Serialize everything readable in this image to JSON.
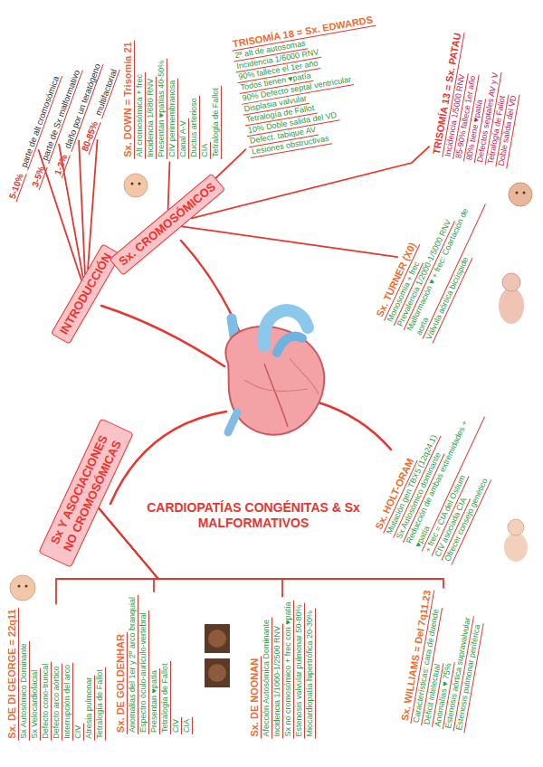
{
  "diagram": {
    "title": "CARDIOPATÍAS CONGÉNITAS & Sx MALFORMATIVOS",
    "nodes": [
      {
        "text": [
          "INTRODUCCIÓN"
        ]
      },
      {
        "text": [
          "5-10%",
          "parte de alt cromosómica"
        ]
      },
      {
        "text": [
          "3-5%",
          "parte de Sx malformativo"
        ]
      },
      {
        "text": [
          "1-2%",
          "daño por un teratógeno"
        ]
      },
      {
        "text": [
          "80-85%",
          "multifactorial"
        ]
      },
      {
        "text": [
          "Sx. CROMOSÓMICOS"
        ]
      },
      {
        "text": [
          "Sx. DOWN = Trisomía 21",
          "Alt cromosómica + frec",
          "Incidencia 1/680 RNV",
          "Presentan ♥patías 40-50%",
          "CIV perimembranosa",
          "Canal A-V",
          "Ductus arterioso",
          "CIA",
          "Tetralogía de Fallot"
        ]
      },
      {
        "text": [
          "TRISOMÍA 18 = Sx. EDWARDS",
          "2ª alt de autosomas",
          "Incidencia 1/6000 RNV",
          "90% fallece el 1er año",
          "Todos tienen ♥patía",
          "90% Defecto septal ventricular",
          "Displasia valvular",
          "Tetralogía de Fallot",
          "10% Doble salida del VD",
          "Defect. tabique AV",
          "Lesiones obstructivas"
        ]
      },
      {
        "text": [
          "TRISOMÍA 13 = Sx. PATAU",
          "Incidencia 1/5000 RNV",
          "85-90% fallece 1er año",
          "80% tiene ♥patía",
          "Defectos septales AV y V",
          "Tetralogía de Fallot",
          "Doble salida del VD"
        ]
      },
      {
        "text": [
          "Sx. TURNER (X0)",
          "Monosomía + frec",
          "Prevalencia 1/2000-1/5000 RNV",
          "Malformación ♥ + frec: Coartación de aorta",
          "Válvula aórtica bicúspide"
        ]
      },
      {
        "text": [
          "Sx. HOLT-ORAM",
          "Mutación gen TBX5 (12q24.1)",
          "Sx Autosómico dominante",
          "Reducción de ambas extremidades + ♥patía",
          "+ frec = CIA del Ostium",
          "CIV asociada CIA",
          "Ofrecer consejo genético"
        ]
      },
      {
        "text": [
          "Sx Y ASOCIACIONES NO CROMOSÓMICAS"
        ]
      },
      {
        "text": [
          "Sx. DE DI GEORGE = 22q11",
          "Sx Autosómico Dominante",
          "Sx Velocardiofacial",
          "Defecto cono-truncal",
          "Defecto arco aórtico",
          "Interrupción del arco",
          "CIV",
          "Atresia pulmonar",
          "Tetralogía de Fallot"
        ]
      },
      {
        "text": [
          "Sx. DE GOLDENHAR",
          "Anomalías del 1er y 2º arco branquial",
          "Espectro óculo-aurículo-vertebral",
          "Presentan ♥patía",
          "Tetralogía de Fallot",
          "CIV",
          "CIA"
        ]
      },
      {
        "text": [
          "Sx. DE NOONAN",
          "Afección Autosómica Dominante",
          "Incidencia 1/1000-1/2500 RNV",
          "Sx no cromosómico + frec con ♥patía",
          "Estenosis valvular pulmonar 50-80%",
          "Miocardiopatía hipertrófica 20-30%"
        ]
      },
      {
        "text": [
          "Sx. WILLIAMS = Del 7q11.23",
          "Características: cara de duende",
          "Déficit intelectual",
          "Anomalías ♥ 75%",
          "Estenosis aórtica supravalvular",
          "Estenosis pulmonar periférica"
        ]
      }
    ],
    "edges": [
      {
        "from": 0,
        "to": 1,
        "arrow": "none"
      },
      {
        "from": 0,
        "to": 2,
        "arrow": "none"
      },
      {
        "from": 0,
        "to": 3,
        "arrow": "none"
      },
      {
        "from": 0,
        "to": 4,
        "arrow": "none"
      },
      {
        "from": 5,
        "to": 6,
        "arrow": "none"
      },
      {
        "from": 5,
        "to": 7,
        "arrow": "none"
      },
      {
        "from": 5,
        "to": 8,
        "arrow": "none"
      },
      {
        "from": 5,
        "to": 9,
        "arrow": "none"
      },
      {
        "from": 11,
        "to": 12,
        "arrow": "none"
      },
      {
        "from": 11,
        "to": 13,
        "arrow": "none"
      },
      {
        "from": 11,
        "to": 14,
        "arrow": "none"
      },
      {
        "from": 11,
        "to": 15,
        "arrow": "none"
      }
    ]
  }
}
